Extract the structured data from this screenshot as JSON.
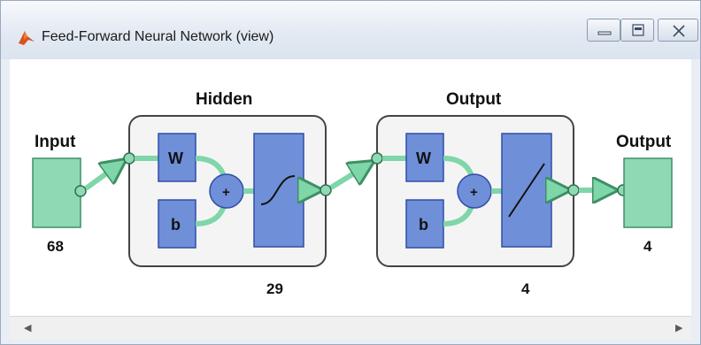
{
  "window": {
    "title": "Feed-Forward Neural Network (view)"
  },
  "title_buttons": {
    "minimize_icon": "minimize-icon",
    "restore_icon": "restore-icon",
    "close_icon": "close-icon"
  },
  "diagram": {
    "input": {
      "label": "Input",
      "size": "68"
    },
    "hidden": {
      "label": "Hidden",
      "weight_label": "W",
      "bias_label": "b",
      "sum_symbol": "+",
      "size": "29",
      "transfer": "sigmoid"
    },
    "output_layer": {
      "label": "Output",
      "weight_label": "W",
      "bias_label": "b",
      "sum_symbol": "+",
      "size": "4",
      "transfer": "linear"
    },
    "output": {
      "label": "Output",
      "size": "4"
    }
  },
  "colors": {
    "block_fill": "#6f8fd8",
    "block_stroke": "#2f4fa8",
    "node_fill": "#8fd9b4",
    "layer_box": "#f4f4f4",
    "connection": "#7fd6a9"
  }
}
